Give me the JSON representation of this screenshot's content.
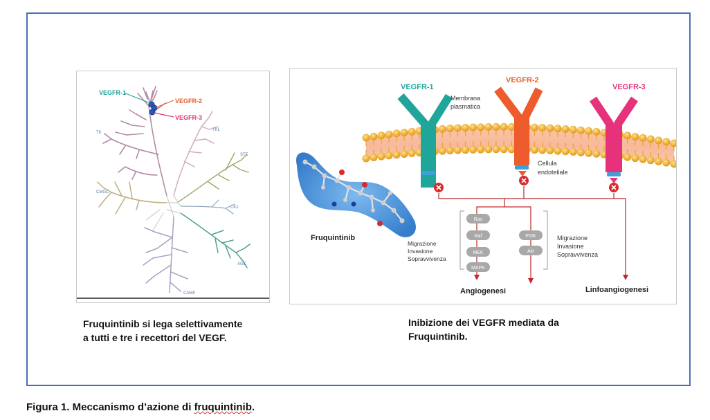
{
  "tree": {
    "labels": {
      "vegfr1": "VEGFR-1",
      "vegfr2": "VEGFR-2",
      "vegfr3": "VEGFR-3",
      "tk": "TK",
      "tkl": "TKL",
      "ste": "STE",
      "cmgc": "CMGC",
      "ck1": "CK1",
      "agc": "AGC",
      "camk": "CAMK"
    },
    "caption_line1": "Fruquintinib si lega selettivamente",
    "caption_line2": "a tutti e tre i recettori del VEGF."
  },
  "mechanism": {
    "receptors": {
      "r1": "VEGFR-1",
      "r2": "VEGFR-2",
      "r3": "VEGFR-3"
    },
    "membrane_line1": "Membrana",
    "membrane_line2": "plasmatica",
    "cell_line1": "Cellula",
    "cell_line2": "endoteliale",
    "drug_label": "Fruquintinib",
    "pathway_left": [
      "Ras",
      "Raf",
      "MEK",
      "MAPK"
    ],
    "pathway_right": [
      "PI3K",
      "Akt"
    ],
    "effects_left": [
      "Migrazione",
      "Invasione",
      "Sopravvivenza"
    ],
    "effects_right": [
      "Migrazione",
      "Invasione",
      "Sopravvivenza"
    ],
    "angiogenesis": "Angiogenesi",
    "lymphangiogenesis": "Linfoangiogenesi",
    "caption_line1": "Inibizione dei VEGFR mediata da",
    "caption_line2": "Fruquintinib."
  },
  "colors": {
    "vegfr1": "#1fa59a",
    "vegfr2": "#ee5b2c",
    "vegfr3": "#e6327a",
    "membrane": "#f2b233",
    "pathway_line": "#c0262b",
    "frame": "#4a6fb0"
  },
  "figure_caption_prefix": "Figura 1. Meccanismo d’azione di ",
  "figure_caption_drug": "fruquintinib",
  "figure_caption_suffix": "."
}
